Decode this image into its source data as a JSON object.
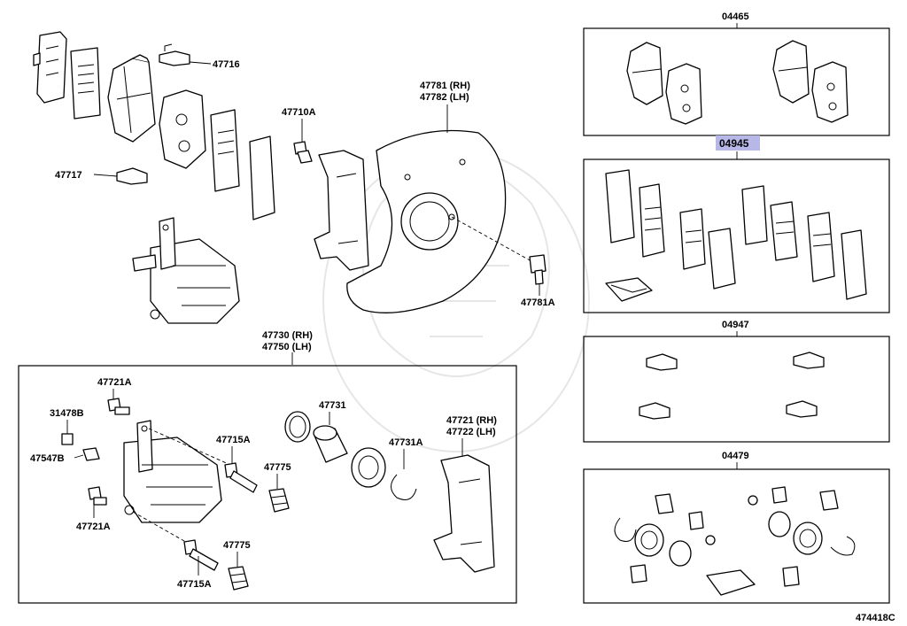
{
  "diagram": {
    "figure_code": "474418C",
    "highlighted_part": "04945",
    "highlight_color": "#b7b7e8",
    "labels": {
      "p47716": "47716",
      "p47717": "47717",
      "p47710A": "47710A",
      "p47781": "47781 (RH)",
      "p47782": "47782 (LH)",
      "p47781A": "47781A",
      "p47730": "47730 (RH)",
      "p47750": "47750 (LH)",
      "p47721A_top": "47721A",
      "p31478B": "31478B",
      "p47547B": "47547B",
      "p47721A_bot": "47721A",
      "p47715A_top": "47715A",
      "p47775_top": "47775",
      "p47775_bot": "47775",
      "p47715A_bot": "47715A",
      "p47731": "47731",
      "p47731A": "47731A",
      "p47721": "47721 (RH)",
      "p47722": "47722 (LH)",
      "kit04465": "04465",
      "kit04945": "04945",
      "kit04947": "04947",
      "kit04479": "04479"
    }
  }
}
